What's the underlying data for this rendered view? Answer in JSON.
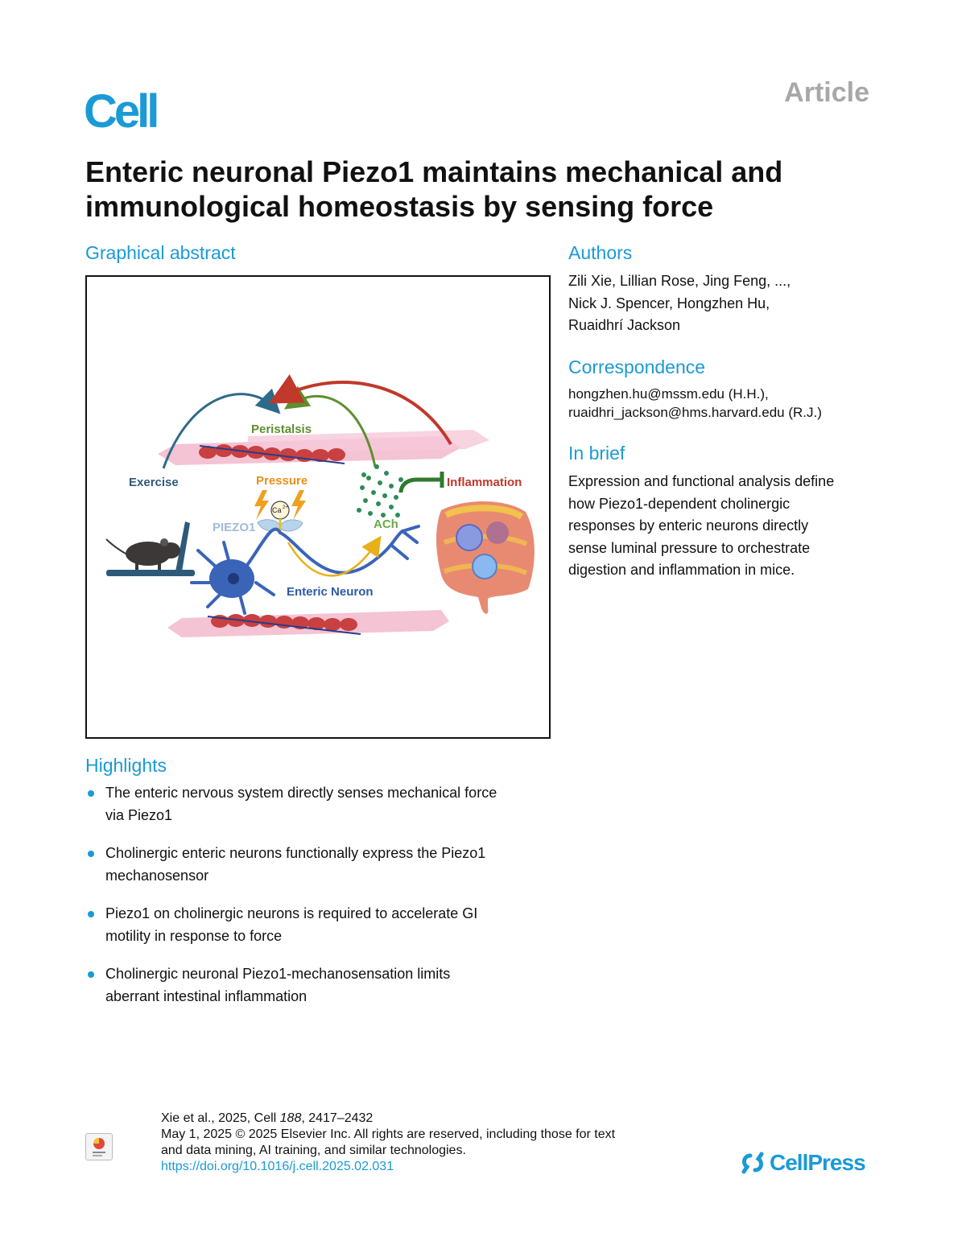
{
  "header": {
    "journal": "Cell",
    "article_type": "Article"
  },
  "title": "Enteric neuronal Piezo1 maintains mechanical and immunological homeostasis by sensing force",
  "graphical_abstract": {
    "heading": "Graphical abstract",
    "labels": {
      "peristalsis": "Peristalsis",
      "exercise": "Exercise",
      "pressure": "Pressure",
      "inflammation": "Inflammation",
      "piezo1": "PIEZO1",
      "ca": "Ca",
      "ca_charge": "2+",
      "ach": "ACh",
      "enteric_neuron": "Enteric Neuron"
    },
    "colors": {
      "exercise_arrow": "#2e6a8a",
      "peristalsis_arrow": "#5e8f2e",
      "inflammation_arrow": "#c0392b",
      "pressure": "#e8901a",
      "neuron": "#3a64b8",
      "muscle_red": "#c84040",
      "muscle_pink": "#f2b8cc",
      "ach_dots": "#2e8b57"
    }
  },
  "authors": {
    "heading": "Authors",
    "lines": [
      "Zili Xie, Lillian Rose, Jing Feng, ...,",
      "Nick J. Spencer, Hongzhen Hu,",
      "Ruaidhrí Jackson"
    ]
  },
  "correspondence": {
    "heading": "Correspondence",
    "lines": [
      "hongzhen.hu@mssm.edu (H.H.),",
      "ruaidhri_jackson@hms.harvard.edu (R.J.)"
    ]
  },
  "in_brief": {
    "heading": "In brief",
    "lines": [
      "Expression and functional analysis define",
      "how Piezo1-dependent cholinergic",
      "responses by enteric neurons directly",
      "sense luminal pressure to orchestrate",
      "digestion and inflammation in mice."
    ]
  },
  "highlights": {
    "heading": "Highlights",
    "items": [
      [
        "The enteric nervous system directly senses mechanical force",
        "via Piezo1"
      ],
      [
        "Cholinergic enteric neurons functionally express the Piezo1",
        "mechanosensor"
      ],
      [
        "Piezo1 on cholinergic neurons is required to accelerate GI",
        "motility in response to force"
      ],
      [
        "Cholinergic neuronal Piezo1-mechanosensation limits",
        "aberrant intestinal inflammation"
      ]
    ]
  },
  "footer": {
    "citation_prefix": "Xie et al., 2025, Cell ",
    "volume": "188",
    "pages": ", 2417–2432",
    "line2": "May 1, 2025 © 2025 Elsevier Inc. All rights are reserved, including those for text",
    "line3": "and data mining, AI training, and similar technologies.",
    "doi": "https://doi.org/10.1016/j.cell.2025.02.031"
  },
  "publisher": "CellPress",
  "accent_color": "#1a9ad6"
}
